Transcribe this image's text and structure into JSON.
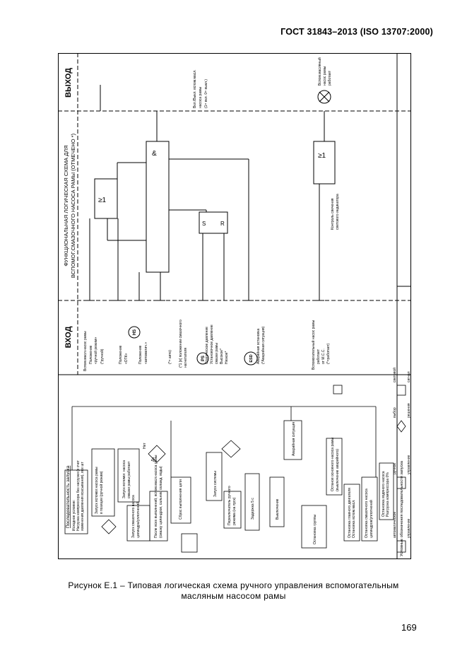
{
  "header": {
    "standard": "ГОСТ 31843–2013 (ISO 13707:2000)"
  },
  "figure": {
    "section_titles": {
      "output": "ВЫХОД",
      "func_line1": "ФУНКЦИОНАЛЬНАЯ ЛОГИЧЕСКАЯ СХЕМА ДЛЯ",
      "func_line2": "ВСПОМОГ.СМАЗОЧНОГО НАСОСА РАМЫ (ОТМЕЧЕНО *)",
      "input": "ВХОД"
    },
    "gates": {
      "or1": "≥1",
      "and": "&",
      "sr_s": "S",
      "sr_r": "R",
      "or2": "≥1"
    },
    "outputs": {
      "out1_l1": "Вкл./Выкл. вспом.масл.",
      "out1_l2": "насоса рамы",
      "out1_l3": "(1= вкл. 0= выкл.)",
      "out2_l1": "Вспом.масляный",
      "out2_l2": "насос рамы",
      "out2_l3": "работает"
    },
    "monitor_label_l1": "Контроль свечения",
    "monitor_label_l2": "светового индикатора",
    "inputs": {
      "i1_l1": "Вспом.масл.насос рамы",
      "i1_l2": "Положение",
      "i1_l3": "«ручной режим»",
      "i1_l4": "(*ручной)",
      "hs_badge": "HS",
      "i2_l1": "Положение",
      "i2_l2": "«ОТК»",
      "i3_l1": "Положение",
      "i3_l2": "«автоматич.»",
      "i3_l3": "(*= авто)",
      "i4_l1": "(*1 [в] положении смазочного",
      "i4_l2": "нагнетателя",
      "ps_badge": "PS",
      "i5_l1": "Статическое давление",
      "i5_l2": "Установочное давление",
      "i5_l3": "смазки рамы",
      "i5_l4": "Высокое*",
      "i5_l5": "Низкое*",
      "esd_badge": "ESD",
      "i6_l1": "Аварийная остановка",
      "i6_l2": "(*Аварийная ситуация)",
      "i7_l1": "Вспомогательный насос рамы",
      "i7_l2": "работает",
      "i7_l3": "от М.С.С.",
      "i7_l4": "(*=работает)"
    },
    "sequence": {
      "title": "Последовательность запуска",
      "s1_l1": "Исходное условие:",
      "s1_l2": "Нагрузка компрессора без нагрузки (в счет",
      "s1_l3": "изменения давления всасывания), все шт",
      "s2_l1": "Запуск вспомог.насоса рамы",
      "s2_l2": "в позиции (ручной режим)",
      "s3_l1": "Запуск вспомог. насоса",
      "s3_l2": "смазки рамы работает",
      "s4_l1": "Запуск смазочного насоса",
      "s4_l2": "цилиндра/уплотнений",
      "s5_l1": "После всех выполнений, вспом.масл.насоса рамы",
      "s5_l2": "(смазку цилиндров, сальник, охлажд. воды)",
      "s6": "Сброс выполнения цепи",
      "s7": "Запуск системы",
      "s8_l1": "Переключатель ручного",
      "s8_l2": "режима (на пуск)",
      "s9": "Выключение",
      "s10": "Остановка группы",
      "s11": "Аварийная ситуация",
      "s12_l1": "Останов основного насоса рамы",
      "s12_l2": "(выключение аварийного)",
      "s13": "Остановка главного двигателя",
      "s14_l1": "Остановка вспом.масл.",
      "s14_l2": "насоса рамы",
      "s15_l1": "Остановка смазочного насоса",
      "s15_l2": "цилиндров/уплотнений",
      "s16_l1": "Остановка водяного насоса",
      "s16_l2": "охлаждающей воды",
      "s17": "Разгрузка компрессора 0%",
      "s18": "Задержка 5 с",
      "d_yes": "Да",
      "d_no": "Нет",
      "leg_title": "Условные обозначения последовательности запуска",
      "leg_auto_l1": "автоматическое",
      "leg_auto_l2": "управление",
      "leg_manual_l1": "ручное",
      "leg_manual_l2": "управление",
      "leg_choice_l1": "выбор",
      "leg_choice_l2": "решения",
      "leg_signal_l1": "световой",
      "leg_signal_l2": "сигнал"
    }
  },
  "caption": {
    "line1": "Рисунок Е.1 – Типовая логическая схема ручного управления вспомогательным",
    "line2": "масляным насосом рамы"
  },
  "page_number": "169"
}
